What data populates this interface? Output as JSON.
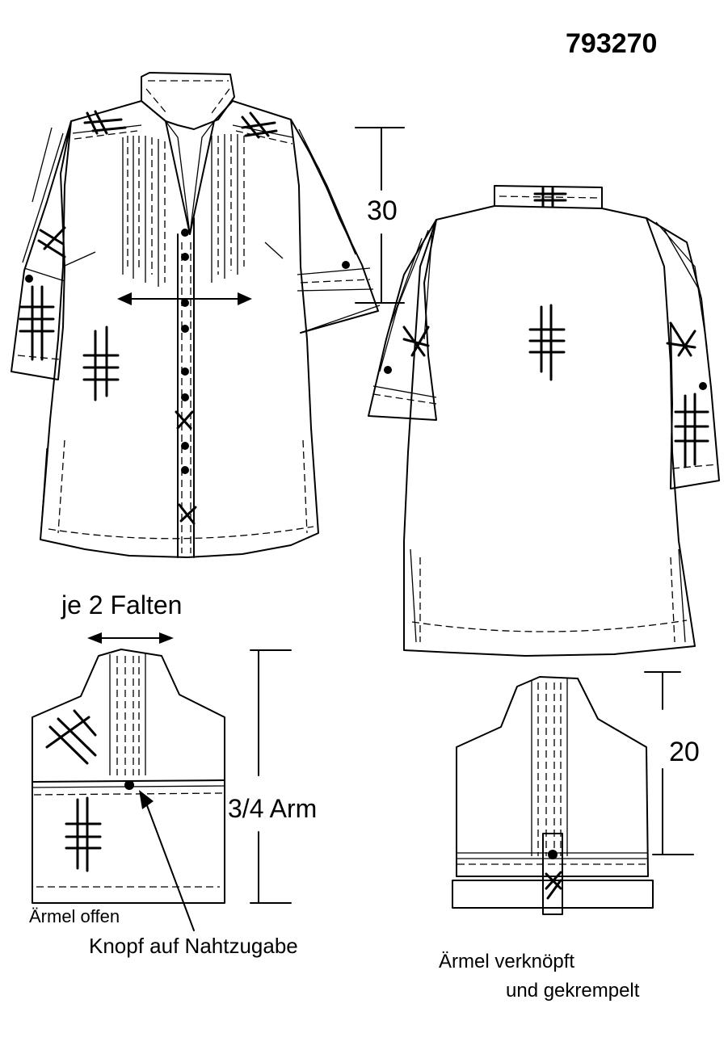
{
  "sheet": {
    "model_number": "793270"
  },
  "annotations": {
    "length_increment": "30",
    "pleats": "je 2 Falten",
    "sleeve_length": "3/4 Arm",
    "sleeve_open": "Ärmel offen",
    "button_note": "Knopf auf Nahtzugabe",
    "rolled_increment": "20",
    "rolled_line1": "Ärmel verknöpft",
    "rolled_line2": "und gekrempelt"
  }
}
